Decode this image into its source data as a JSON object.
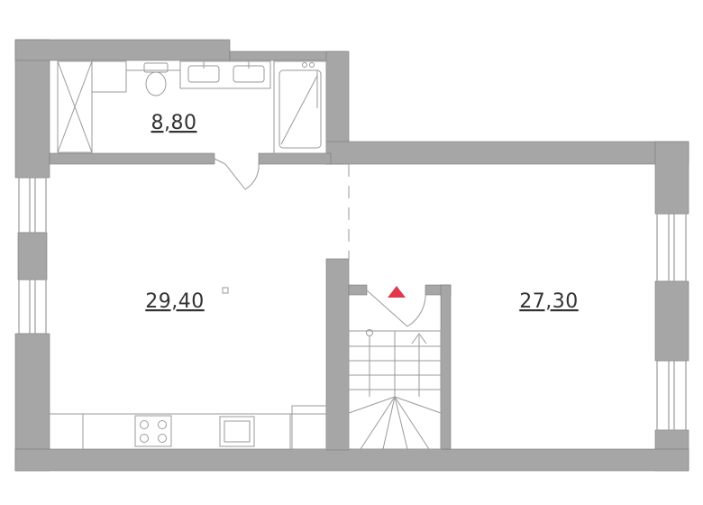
{
  "rooms": [
    {
      "id": "bathroom",
      "area": "8,80"
    },
    {
      "id": "living-kitchen",
      "area": "29,40"
    },
    {
      "id": "bedroom",
      "area": "27,30"
    }
  ],
  "colors": {
    "wall": "#a6a6a6",
    "wall_edge": "#7a7a7a",
    "line": "#9a9a9a",
    "label": "#333333",
    "entrance_marker": "#e0394d"
  },
  "icons": {
    "entrance": "red-triangle-entrance-icon"
  }
}
